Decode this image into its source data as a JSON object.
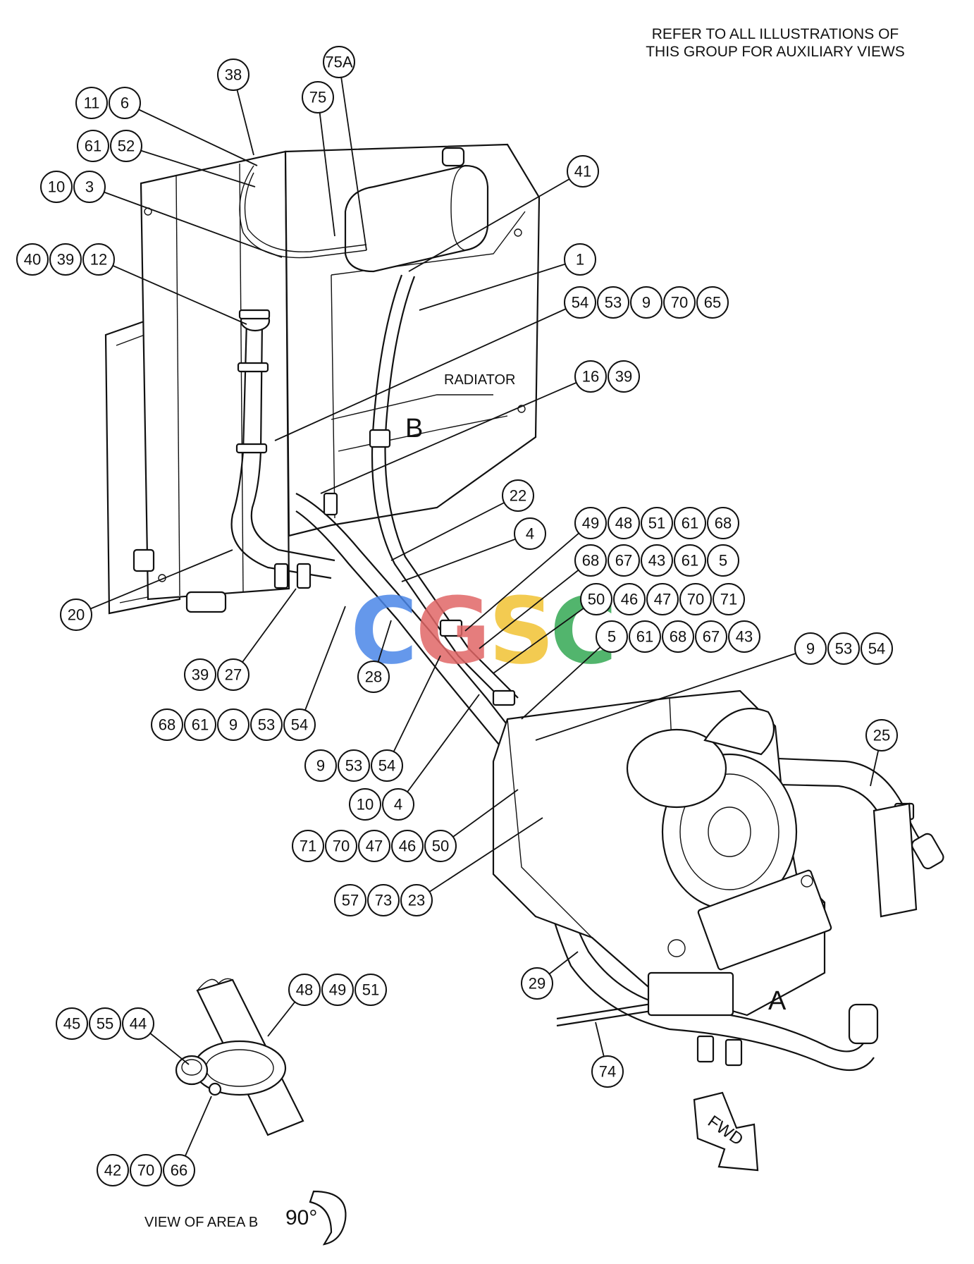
{
  "note_lines": [
    "REFER TO ALL ILLUSTRATIONS OF",
    "THIS GROUP FOR AUXILIARY VIEWS"
  ],
  "labels": {
    "radiator": "RADIATOR",
    "area_b": "B",
    "area_a": "A",
    "fwd": "FWD",
    "view_caption": "VIEW OF AREA B",
    "rotation": "90°"
  },
  "watermark": {
    "letters": [
      "C",
      "G",
      "S",
      "C"
    ],
    "colors": [
      "#4a86e8",
      "#e06666",
      "#f1c232",
      "#34a853"
    ]
  },
  "callouts": [
    [
      "38"
    ],
    [
      "75A"
    ],
    [
      "75"
    ],
    [
      "11",
      "6"
    ],
    [
      "61",
      "52"
    ],
    [
      "10",
      "3"
    ],
    [
      "40",
      "39",
      "12"
    ],
    [
      "41"
    ],
    [
      "1"
    ],
    [
      "54",
      "53",
      "9",
      "70",
      "65"
    ],
    [
      "16",
      "39"
    ],
    [
      "22"
    ],
    [
      "4"
    ],
    [
      "49",
      "48",
      "51",
      "61",
      "68"
    ],
    [
      "68",
      "67",
      "43",
      "61",
      "5"
    ],
    [
      "50",
      "46",
      "47",
      "70",
      "71"
    ],
    [
      "5",
      "61",
      "68",
      "67",
      "43"
    ],
    [
      "9",
      "53",
      "54"
    ],
    [
      "20"
    ],
    [
      "39",
      "27"
    ],
    [
      "28"
    ],
    [
      "68",
      "61",
      "9",
      "53",
      "54"
    ],
    [
      "9",
      "53",
      "54"
    ],
    [
      "10",
      "4"
    ],
    [
      "25"
    ],
    [
      "71",
      "70",
      "47",
      "46",
      "50"
    ],
    [
      "57",
      "73",
      "23"
    ],
    [
      "29"
    ],
    [
      "48",
      "49",
      "51"
    ],
    [
      "45",
      "55",
      "44"
    ],
    [
      "74"
    ],
    [
      "42",
      "70",
      "66"
    ]
  ]
}
